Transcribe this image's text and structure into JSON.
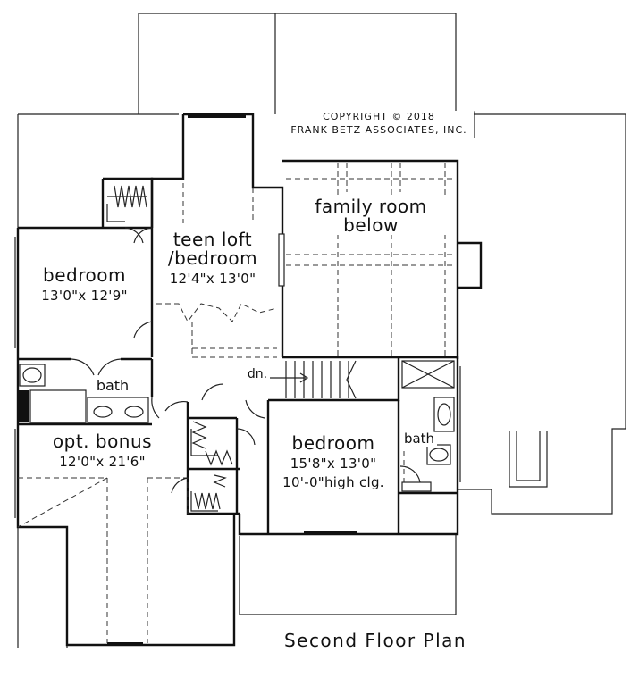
{
  "copyright": {
    "line1": "COPYRIGHT © 2018",
    "line2": "FRANK BETZ ASSOCIATES, INC."
  },
  "plan_title": "Second Floor Plan",
  "rooms": {
    "family_room": {
      "name_line1": "family room",
      "name_line2": "below"
    },
    "teen_loft": {
      "name_line1": "teen loft",
      "name_line2": "/bedroom",
      "dims": "12'4\"x 13'0\""
    },
    "bedroom_left": {
      "name": "bedroom",
      "dims": "13'0\"x 12'9\""
    },
    "bath_left": {
      "name": "bath"
    },
    "bonus": {
      "name": "opt. bonus",
      "dims": "12'0\"x 21'6\""
    },
    "bedroom_right": {
      "name": "bedroom",
      "dims": "15'8\"x 13'0\"",
      "ceiling": "10'-0\"high clg."
    },
    "bath_right": {
      "name": "bath"
    }
  },
  "stairs": {
    "label": "dn."
  }
}
